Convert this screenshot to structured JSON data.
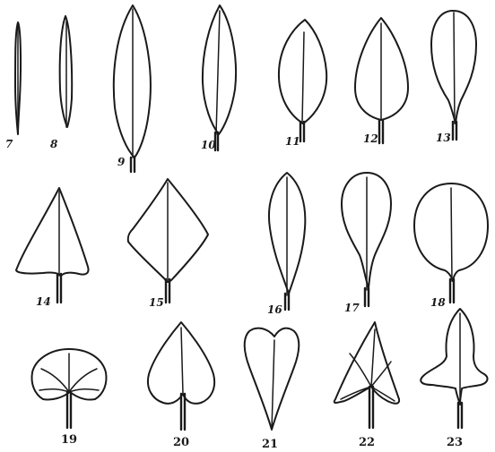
{
  "figures": [
    {
      "label": "7",
      "shape": "linear"
    },
    {
      "label": "8",
      "shape": "linear"
    },
    {
      "label": "9",
      "shape": "lanceolate"
    },
    {
      "label": "10",
      "shape": "lanceolate"
    },
    {
      "label": "11",
      "shape": "ovate"
    },
    {
      "label": "12",
      "shape": "ovate"
    },
    {
      "label": "13",
      "shape": "obovate"
    },
    {
      "label": "14",
      "shape": "hastate"
    },
    {
      "label": "15",
      "shape": "rhomboid"
    },
    {
      "label": "16",
      "shape": "oblanceolate"
    },
    {
      "label": "17",
      "shape": "spathulate"
    },
    {
      "label": "18",
      "shape": "orbicular"
    },
    {
      "label": "19",
      "shape": "reniform"
    },
    {
      "label": "20",
      "shape": "cordate"
    },
    {
      "label": "21",
      "shape": "obcordate"
    },
    {
      "label": "22",
      "shape": "sagittate"
    },
    {
      "label": "23",
      "shape": "hastate"
    }
  ],
  "colors": {
    "ink": "#1a1a1a",
    "paper": "#ffffff"
  }
}
